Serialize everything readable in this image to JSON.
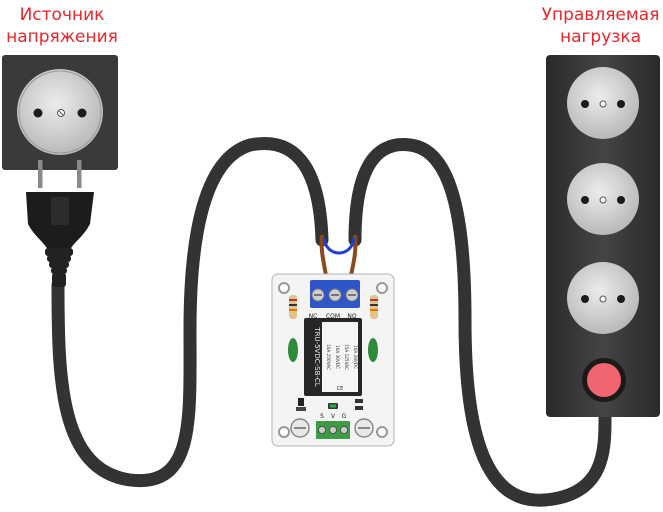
{
  "labels": {
    "source_line1": "Источник",
    "source_line2": "напряжения",
    "load_line1": "Управляемая",
    "load_line2": "нагрузка"
  },
  "relay": {
    "terminal_nc": "NC",
    "terminal_com": "COM",
    "terminal_no": "NO",
    "pin_s": "S",
    "pin_v": "V",
    "pin_g": "G",
    "model_text": "TRU-5VDC-SB-CL",
    "rating_1": "10A 250VAC",
    "rating_2": "10A 30VDC",
    "rating_3": "15A 125VAC",
    "rating_4": "10A 28VDC",
    "ce_mark": "CE"
  },
  "colors": {
    "label_text": "#e8262b",
    "socket_body": "#3a3a3a",
    "socket_face": "#d4d4d4",
    "cable": "#333333",
    "wire_brown": "#8b4a1c",
    "wire_blue": "#1f3fd0",
    "terminal_block": "#2f56c9",
    "pcb": "#f4f4f4",
    "relay_body": "#262626",
    "led": "#2e8b3a",
    "power_button": "#f0656f"
  }
}
